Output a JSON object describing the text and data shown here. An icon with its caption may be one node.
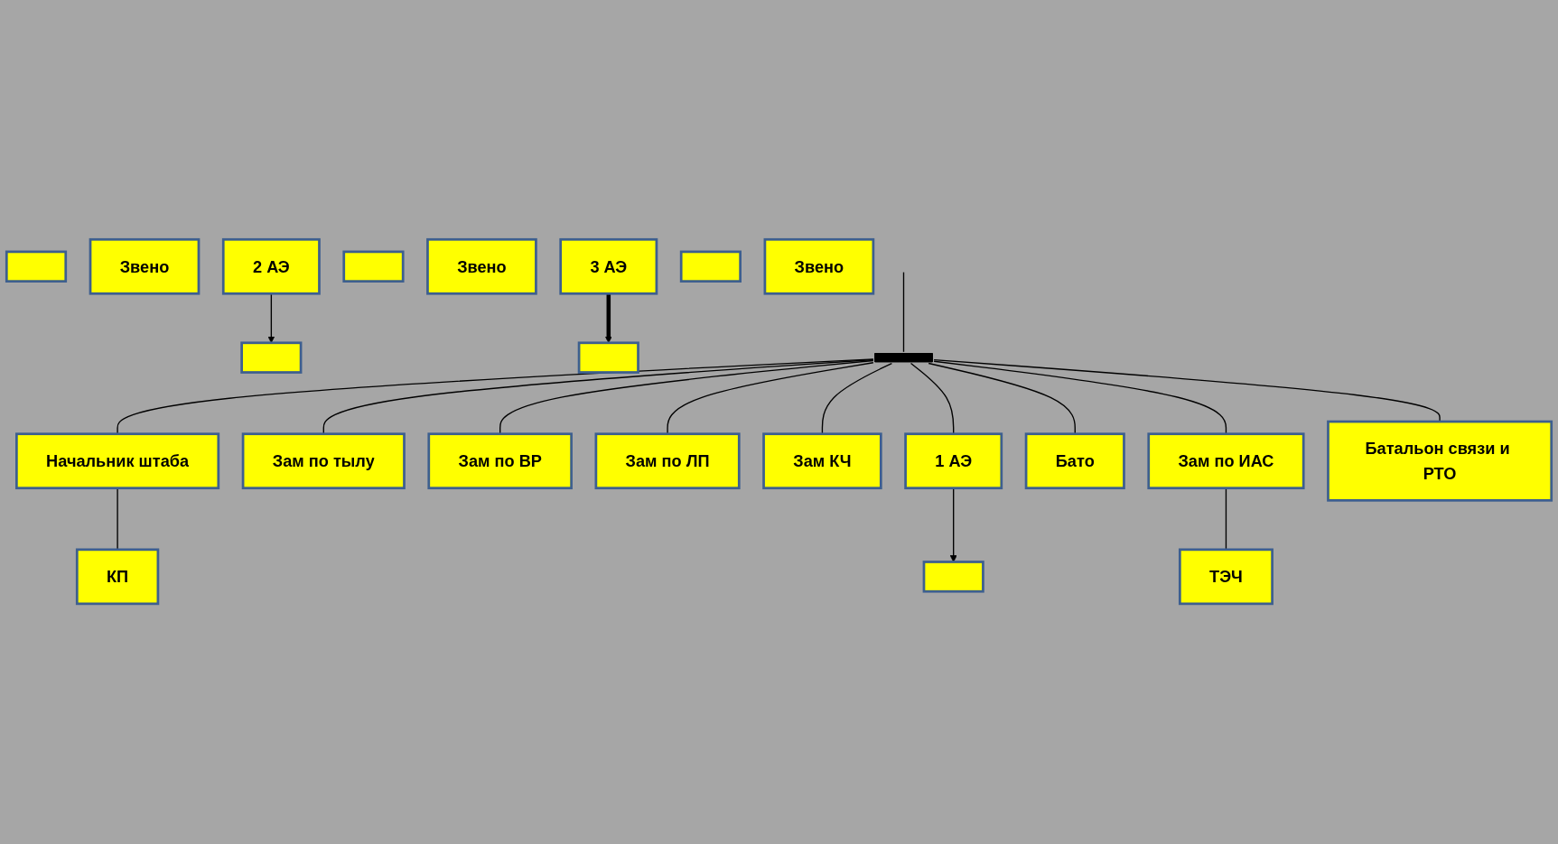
{
  "diagram": {
    "nodes": [
      {
        "text": [
          "Начальник штаба"
        ]
      },
      {
        "text": [
          "Зам по тылу"
        ]
      },
      {
        "text": [
          "Зам по ВР"
        ]
      },
      {
        "text": [
          "Зам по ЛП"
        ]
      },
      {
        "text": [
          "Зам КЧ"
        ]
      },
      {
        "text": [
          "Зам по ИАС"
        ]
      },
      {
        "text": [
          "КП"
        ]
      },
      {
        "text": [
          "Бато"
        ]
      },
      {
        "text": [
          "1 АЭ"
        ]
      },
      {
        "text": [],
        "shape": "box"
      },
      {
        "text": [],
        "shape": "box"
      },
      {
        "text": [
          "Звено"
        ]
      },
      {
        "text": [
          "ТЭЧ"
        ]
      },
      {
        "text": [
          "Батальон связи и РТО"
        ]
      },
      {
        "text": [
          "2 АЭ"
        ]
      },
      {
        "text": [],
        "shape": "box"
      },
      {
        "text": [],
        "shape": "box"
      },
      {
        "text": [
          "Звено"
        ]
      },
      {
        "text": [
          "3 АЭ"
        ]
      },
      {
        "text": [],
        "shape": "box"
      },
      {
        "text": [],
        "shape": "box"
      },
      {
        "text": [
          "Звено"
        ]
      },
      {
        "text": [],
        "shape": "bar"
      }
    ],
    "edges": [
      {
        "from": null,
        "to": 22,
        "arrow": "none"
      },
      {
        "from": 22,
        "to": 0,
        "arrow": "none"
      },
      {
        "from": 22,
        "to": 13,
        "arrow": "none"
      },
      {
        "from": 22,
        "to": 1,
        "arrow": "none"
      },
      {
        "from": 22,
        "to": 7,
        "arrow": "none"
      },
      {
        "from": 22,
        "to": 2,
        "arrow": "none"
      },
      {
        "from": 22,
        "to": 8,
        "arrow": "none"
      },
      {
        "from": 22,
        "to": 3,
        "arrow": "none"
      },
      {
        "from": 22,
        "to": 4,
        "arrow": "none"
      },
      {
        "from": 22,
        "to": 5,
        "arrow": "none"
      },
      {
        "from": 0,
        "to": 6,
        "arrow": "none"
      },
      {
        "from": 5,
        "to": 12,
        "arrow": "none"
      },
      {
        "from": 8,
        "to": 9,
        "arrow": "to"
      },
      {
        "from": 14,
        "to": 15,
        "arrow": "to"
      },
      {
        "from": 18,
        "to": 19,
        "arrow": "to",
        "style": "thick"
      }
    ]
  }
}
